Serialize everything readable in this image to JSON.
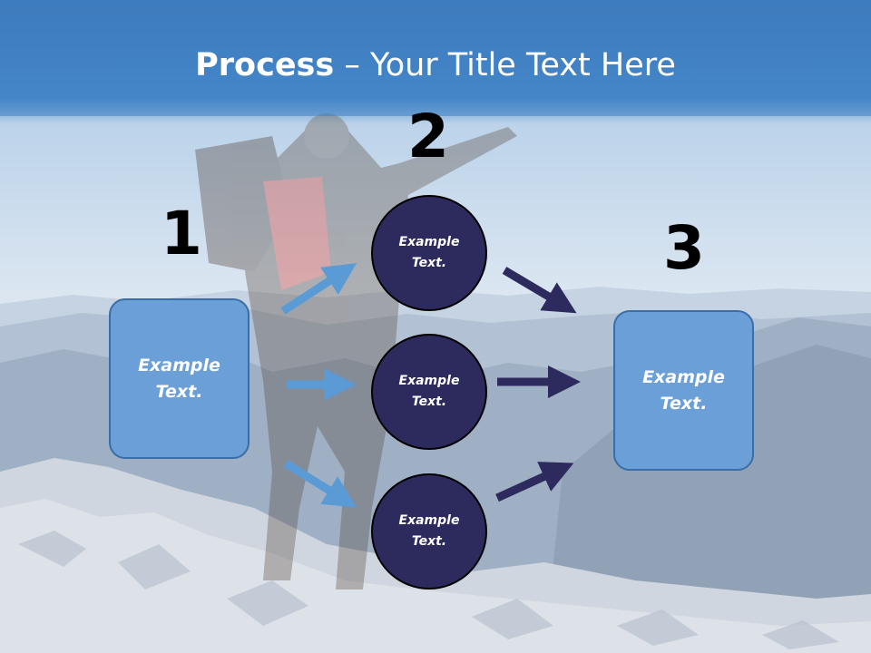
{
  "slide": {
    "title_bold": "Process",
    "title_sep": " – ",
    "title_rest": "Your Title Text Here",
    "steps": [
      {
        "number": "1",
        "text_line1": "Example",
        "text_line2": "Text."
      },
      {
        "number": "2",
        "text_line1": "Example",
        "text_line2": "Text."
      },
      {
        "number": "3",
        "text_line1": "Example",
        "text_line2": "Text."
      }
    ],
    "circles": [
      {
        "line1": "Example",
        "line2": "Text."
      },
      {
        "line1": "Example",
        "line2": "Text."
      },
      {
        "line1": "Example",
        "line2": "Text."
      }
    ]
  },
  "colors": {
    "box_fill": "#6a9fd8",
    "circle_fill": "#2d2a5e",
    "arrow_light": "#5b9bd5",
    "arrow_dark": "#2d2a5e",
    "sky_top": "#3e7fc0"
  }
}
